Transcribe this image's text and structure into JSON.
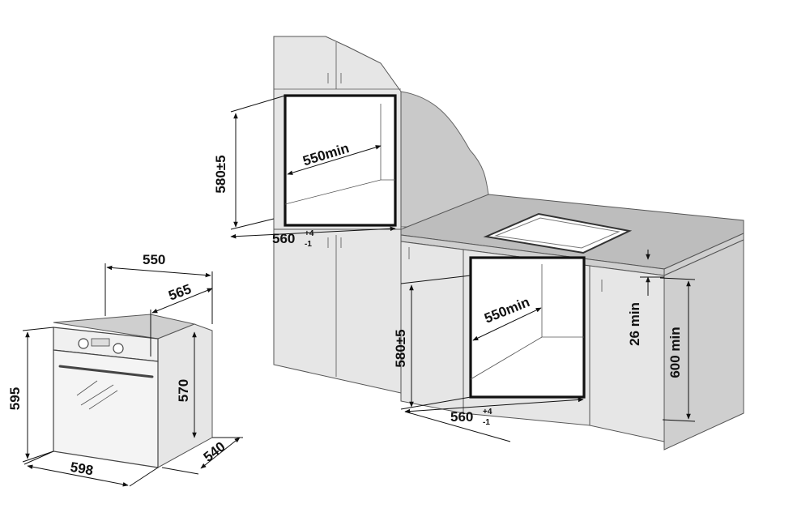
{
  "labels": {
    "upper_depth": "550min",
    "upper_height": "580±5",
    "upper_width": "560",
    "upper_width_tol_plus": "+4",
    "upper_width_tol_minus": "-1",
    "lower_depth": "550min",
    "lower_height": "580±5",
    "lower_width": "560",
    "lower_width_tol_plus": "+4",
    "lower_width_tol_minus": "-1",
    "worktop_gap": "26 min",
    "cabinet_height": "600 min",
    "oven_top_depth": "550",
    "oven_side_depth": "565",
    "oven_height": "595",
    "oven_body_height": "570",
    "oven_width": "598",
    "oven_body_depth": "540"
  },
  "colors": {
    "line": "#111111",
    "cabinet": "#e6e6e6",
    "wall": "#c9c9c9",
    "worktop": "#bdbdbd"
  }
}
